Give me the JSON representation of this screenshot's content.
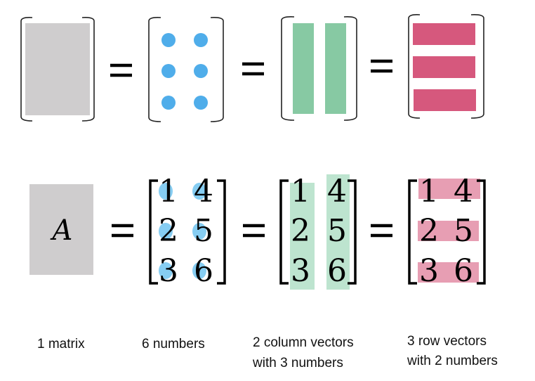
{
  "colors": {
    "gray": "#cfcdce",
    "blue": "#4fadea",
    "light_blue": "#86cdf2",
    "green": "#87c9a3",
    "light_green": "#bde4cf",
    "pink": "#d6587d",
    "light_pink": "#e79eb3"
  },
  "matrix_variable": "A",
  "matrix_values": [
    [
      "1",
      "4"
    ],
    [
      "2",
      "5"
    ],
    [
      "3",
      "6"
    ]
  ],
  "labels": {
    "matrix": "1 matrix",
    "numbers": "6 numbers",
    "columns_line1": "2 column vectors",
    "columns_line2": "with 3 numbers",
    "rows_line1": "3 row vectors",
    "rows_line2": "with 2 numbers"
  }
}
